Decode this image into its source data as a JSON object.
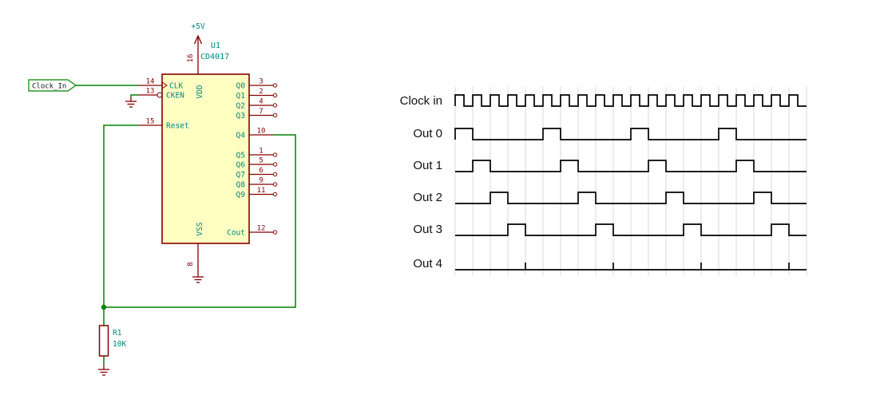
{
  "schematic": {
    "power_flag": "+5V",
    "reference": "U1",
    "value": "CD4017",
    "vdd_pin": {
      "number": "16",
      "name": "VDD"
    },
    "vss_pin": {
      "number": "8",
      "name": "VSS"
    },
    "left_pins": [
      {
        "number": "14",
        "name": "CLK",
        "decoration": "clock"
      },
      {
        "number": "13",
        "name": "CKEN",
        "decoration": "inverted"
      },
      {
        "number": "15",
        "name": "Reset",
        "decoration": "none"
      }
    ],
    "right_pins": [
      {
        "number": "3",
        "name": "Q0",
        "connected": false
      },
      {
        "number": "2",
        "name": "Q1",
        "connected": false
      },
      {
        "number": "4",
        "name": "Q2",
        "connected": false
      },
      {
        "number": "7",
        "name": "Q3",
        "connected": false
      },
      {
        "number": "10",
        "name": "Q4",
        "connected": true
      },
      {
        "number": "1",
        "name": "Q5",
        "connected": false
      },
      {
        "number": "5",
        "name": "Q6",
        "connected": false
      },
      {
        "number": "6",
        "name": "Q7",
        "connected": false
      },
      {
        "number": "9",
        "name": "Q8",
        "connected": false
      },
      {
        "number": "11",
        "name": "Q9",
        "connected": false
      },
      {
        "number": "12",
        "name": "Cout",
        "connected": false
      }
    ],
    "net_label": "Clock_In",
    "resistor": {
      "reference": "R1",
      "value": "10K"
    },
    "colors": {
      "wire": "#008400",
      "pin": "#840000",
      "body_fill": "#FFFFC2",
      "field_text": "#008484"
    }
  },
  "timing": {
    "clock_cycles": 20,
    "counter_modulus": 5,
    "rows": [
      {
        "label": "Clock in",
        "kind": "clock",
        "state": -1
      },
      {
        "label": "Out 0",
        "kind": "decoded",
        "state": 0
      },
      {
        "label": "Out 1",
        "kind": "decoded",
        "state": 1
      },
      {
        "label": "Out 2",
        "kind": "decoded",
        "state": 2
      },
      {
        "label": "Out 3",
        "kind": "decoded",
        "state": 3
      },
      {
        "label": "Out 4",
        "kind": "reset_spike",
        "state": 4
      }
    ],
    "grid_color": "#d9d9d9",
    "trace_color": "#000000"
  }
}
